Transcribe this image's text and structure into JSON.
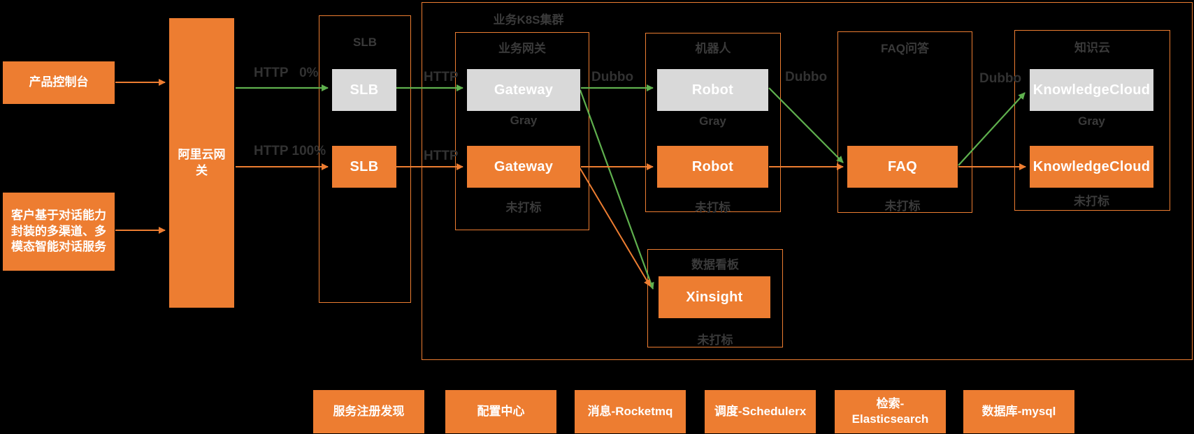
{
  "palette": {
    "orange": "#ed7d31",
    "green": "#5fb04e",
    "gray_node": "#d9d9d9",
    "label_gray": "#3a3a3a",
    "background": "#000000"
  },
  "left": {
    "product_console": "产品控制台",
    "customer_service": "客户基于对话能力\n封装的多渠道、多\n模态智能对话服务"
  },
  "aliyun_gateway": "阿里云网\n关",
  "edge_labels": {
    "http_0": "HTTP   0%",
    "http_100": "HTTP 100%",
    "http_to_gateway_gray": "HTTP",
    "http_to_gateway_normal": "HTTP",
    "dubbo_gateway_robot": "Dubbo",
    "dubbo_robot_faq": "Dubbo",
    "dubbo_faq_knowledge": "Dubbo"
  },
  "k8s_cluster": {
    "title": "业务K8S集群"
  },
  "slb": {
    "title": "SLB",
    "gray_node": "SLB",
    "normal_node": "SLB"
  },
  "biz_gateway": {
    "title": "业务网关",
    "gray_node": "Gateway",
    "gray_label": "Gray",
    "normal_node": "Gateway",
    "untagged_label": "未打标"
  },
  "robot": {
    "title": "机器人",
    "gray_node": "Robot",
    "gray_label": "Gray",
    "normal_node": "Robot",
    "untagged_label": "未打标"
  },
  "faq": {
    "title": "FAQ问答",
    "normal_node": "FAQ",
    "untagged_label": "未打标"
  },
  "knowledge": {
    "title": "知识云",
    "gray_node": "KnowledgeCloud",
    "gray_label": "Gray",
    "normal_node": "KnowledgeCloud",
    "untagged_label": "未打标"
  },
  "dashboard": {
    "title": "数据看板",
    "normal_node": "Xinsight",
    "untagged_label": "未打标"
  },
  "infra": [
    "服务注册发现",
    "配置中心",
    "消息-Rocketmq",
    "调度-Schedulerx",
    "检索-\nElasticsearch",
    "数据库-mysql"
  ]
}
